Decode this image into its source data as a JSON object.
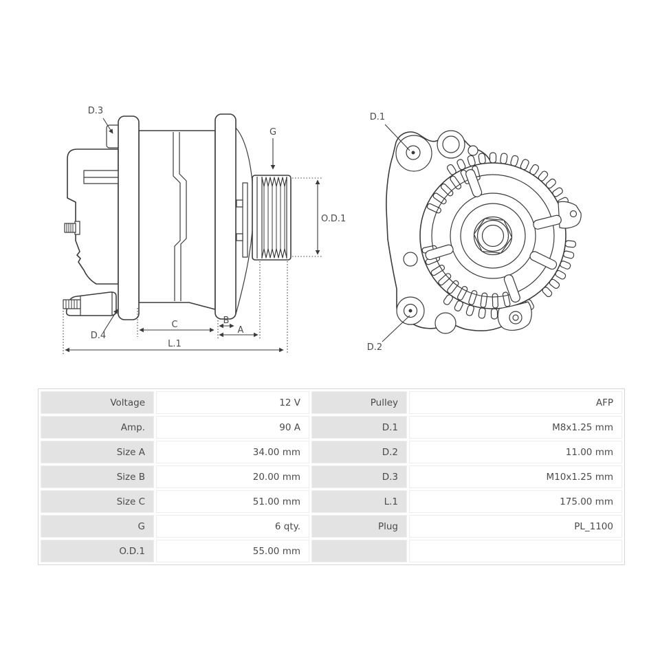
{
  "diagram": {
    "side_view": {
      "labels": {
        "d3": "D.3",
        "d4": "D.4",
        "g": "G",
        "od1": "O.D.1",
        "c": "C",
        "b": "B",
        "a": "A",
        "l1": "L.1"
      }
    },
    "front_view": {
      "labels": {
        "d1": "D.1",
        "d2": "D.2"
      }
    }
  },
  "spec_table": {
    "rows": [
      {
        "label1": "Voltage",
        "value1": "12 V",
        "label2": "Pulley",
        "value2": "AFP"
      },
      {
        "label1": "Amp.",
        "value1": "90 A",
        "label2": "D.1",
        "value2": "M8x1.25 mm"
      },
      {
        "label1": "Size A",
        "value1": "34.00 mm",
        "label2": "D.2",
        "value2": "11.00 mm"
      },
      {
        "label1": "Size B",
        "value1": "20.00 mm",
        "label2": "D.3",
        "value2": "M10x1.25 mm"
      },
      {
        "label1": "Size C",
        "value1": "51.00 mm",
        "label2": "L.1",
        "value2": "175.00 mm"
      },
      {
        "label1": "G",
        "value1": "6 qty.",
        "label2": "Plug",
        "value2": "PL_1100"
      },
      {
        "label1": "O.D.1",
        "value1": "55.00 mm",
        "label2": "",
        "value2": ""
      }
    ]
  },
  "colors": {
    "line": "#3a3a3a",
    "text": "#4a4a4a",
    "label_cell_bg": "#e3e3e3",
    "value_cell_bg": "#ffffff",
    "table_border": "#d6d6d6"
  }
}
